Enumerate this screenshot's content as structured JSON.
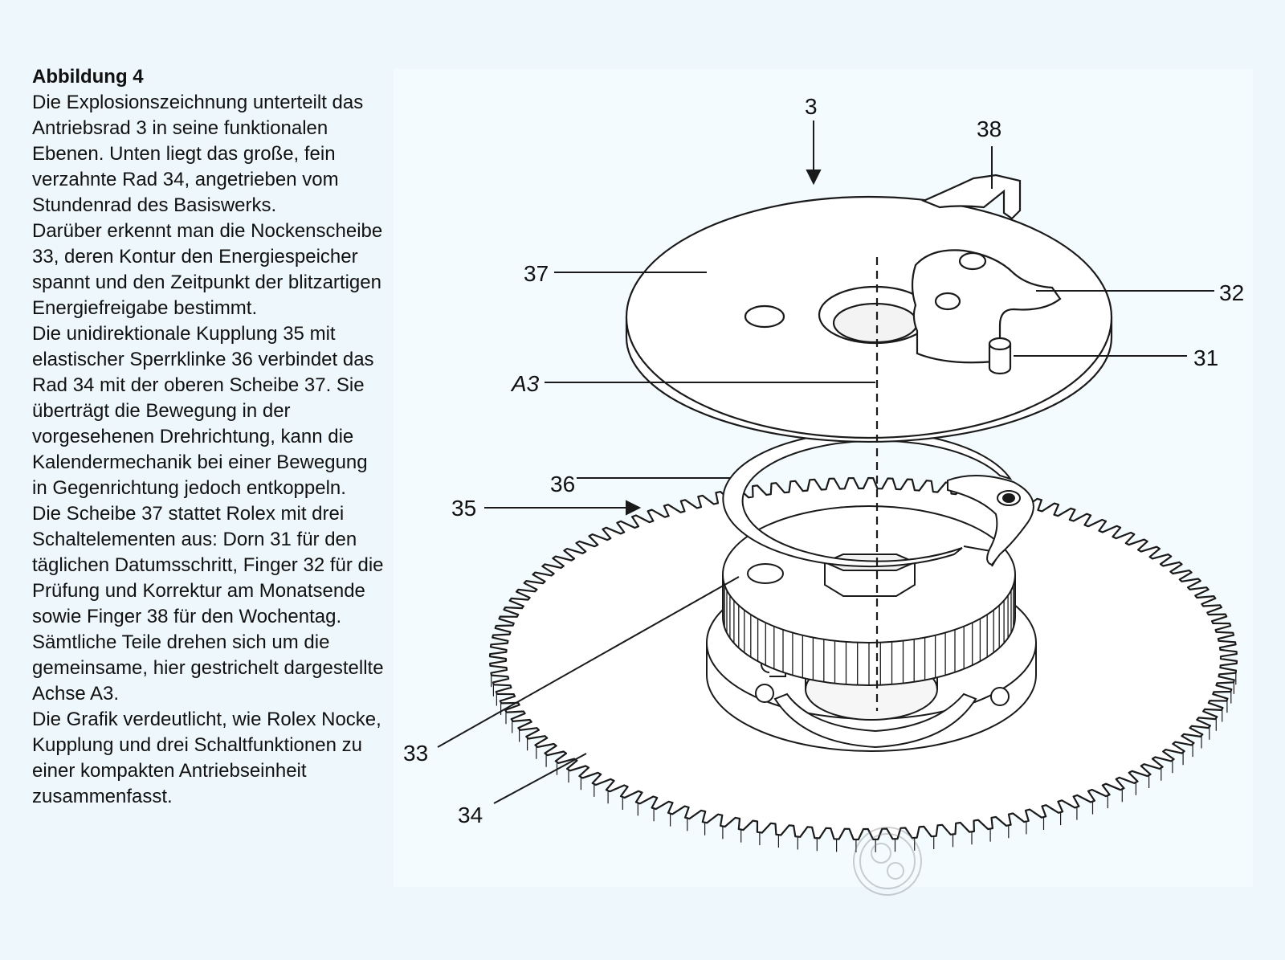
{
  "caption": {
    "title": "Abbildung 4",
    "paragraphs": [
      "Die Explosionszeichnung unterteilt das Antriebsrad 3 in seine funktionalen Ebenen. Unten liegt das große, fein verzahnte Rad 34, angetrieben vom Stundenrad des Basiswerks.",
      "Darüber erkennt man die Nockenscheibe 33, deren Kontur den Energiespeicher spannt und den Zeitpunkt der blitzartigen Energiefreigabe bestimmt.",
      "Die unidirektionale Kupplung 35 mit elastischer Sperrklinke 36 verbindet das Rad 34 mit der oberen Scheibe 37. Sie überträgt die Bewegung in der vorgesehenen Drehrichtung, kann die Kalendermechanik bei einer Bewegung in Gegenrichtung jedoch entkoppeln.",
      "Die Scheibe 37 stattet Rolex mit drei Schaltelementen aus: Dorn 31 für den täglichen Datumsschritt, Finger 32 für die Prüfung und Korrektur am Monatsende sowie Finger 38 für den Wochentag.",
      "Sämtliche Teile drehen sich um die gemeinsame, hier gestrichelt dargestellte Achse A3.",
      "Die Grafik verdeutlicht, wie Rolex Nocke, Kupplung und drei Schaltfunktionen zu einer kompakten Antriebseinheit zusammenfasst."
    ]
  },
  "figure": {
    "labels": {
      "l3": "3",
      "l38": "38",
      "l37": "37",
      "l32": "32",
      "l31": "31",
      "lA3": "A3",
      "l36": "36",
      "l35": "35",
      "l33": "33",
      "l34": "34"
    },
    "colors": {
      "line": "#1a1a1a",
      "part_fill": "#ffffff",
      "panel": "#f4fbfe"
    }
  }
}
